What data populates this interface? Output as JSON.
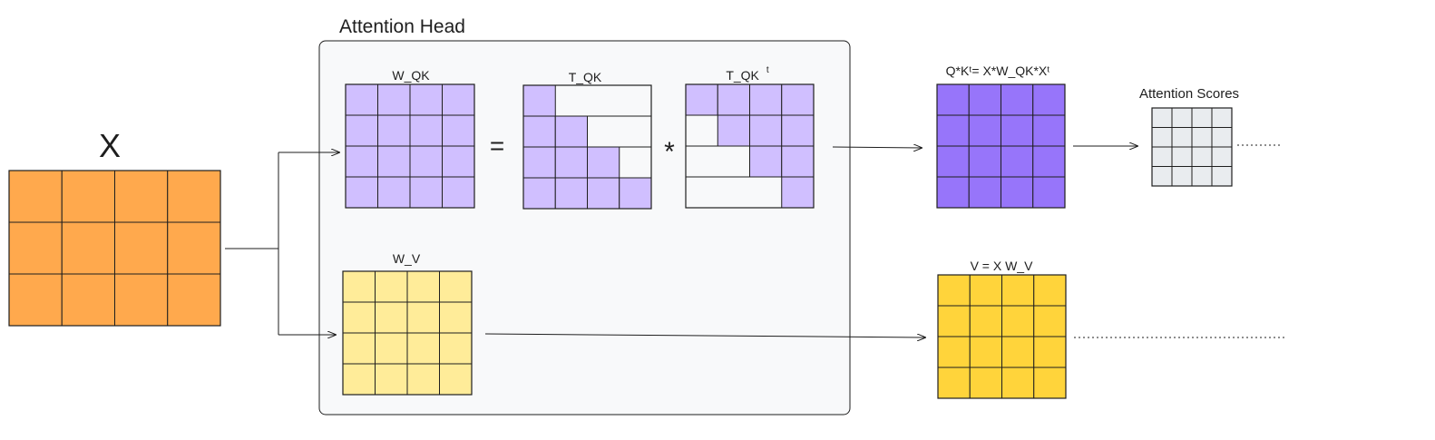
{
  "labels": {
    "x": "X",
    "attention_head": "Attention Head",
    "w_qk": "W_QK",
    "t_qk": "T_QK",
    "t_qk_t_base": "T_QK",
    "t_qk_t_sup": "t",
    "equals": "=",
    "times": "*",
    "qk_result": "Q*Kᵗ= X*W_QK*Xᵗ",
    "attention_scores": "Attention Scores",
    "w_v": "W_V",
    "v_result": "V = X W_V"
  },
  "colors": {
    "x_fill": "#ffa94d",
    "qk_weight_fill": "#d0bfff",
    "qk_result_fill": "#9775fa",
    "scores_fill": "#e9ecef",
    "wv_fill": "#ffec99",
    "v_fill": "#ffd43b",
    "stroke": "#1e1e1e",
    "panel_fill": "#f8f9fa"
  },
  "matrices": {
    "t_qk_filled": [
      [
        1,
        0,
        0,
        0
      ],
      [
        1,
        1,
        0,
        0
      ],
      [
        1,
        1,
        1,
        0
      ],
      [
        1,
        1,
        1,
        1
      ]
    ],
    "t_qk_t_filled": [
      [
        1,
        1,
        1,
        1
      ],
      [
        0,
        1,
        1,
        1
      ],
      [
        0,
        0,
        1,
        1
      ],
      [
        0,
        0,
        0,
        1
      ]
    ]
  }
}
